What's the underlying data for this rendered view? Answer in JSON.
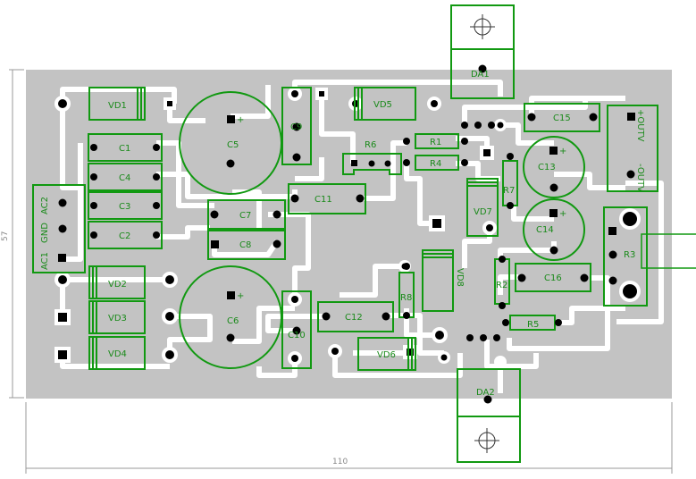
{
  "board": {
    "width_dimension": "110",
    "height_dimension": "57",
    "colors": {
      "board": "#c3c3c3",
      "trace": "#ffffff",
      "outline": "#119911",
      "pad": "#000000",
      "label": "#1a8a1a",
      "dimension": "#888888"
    }
  },
  "connector_labels": {
    "ac2": "AC2",
    "gnd": "GND",
    "ac1": "AC1",
    "out_plus": "+OUTV",
    "out_minus": "-OUTV"
  },
  "components": {
    "vd1": "VD1",
    "vd2": "VD2",
    "vd3": "VD3",
    "vd4": "VD4",
    "vd5": "VD5",
    "vd6": "VD6",
    "vd7": "VD7",
    "vd8": "VD8",
    "c1": "C1",
    "c2": "C2",
    "c3": "C3",
    "c4": "C4",
    "c5": "C5",
    "c6": "C6",
    "c7": "C7",
    "c8": "C8",
    "c9": "C9",
    "c10": "C10",
    "c11": "C11",
    "c12": "C12",
    "c13": "C13",
    "c14": "C14",
    "c15": "C15",
    "c16": "C16",
    "r1": "R1",
    "r2": "R2",
    "r3": "R3",
    "r4": "R4",
    "r5": "R5",
    "r6": "R6",
    "r7": "R7",
    "r8": "R8",
    "da1": "DA1",
    "da2": "DA2"
  },
  "polarity_mark": "+"
}
